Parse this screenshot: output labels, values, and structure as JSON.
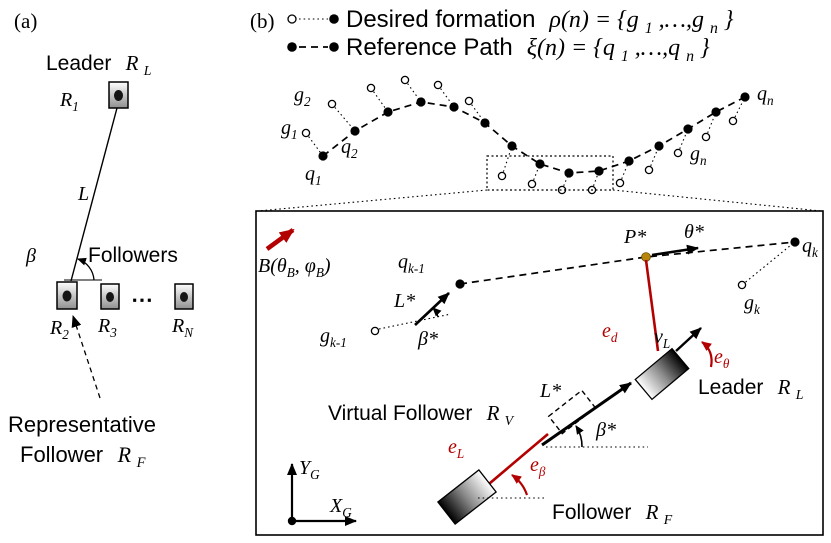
{
  "colors": {
    "accent_red": "#b30000",
    "p_star_dot": "#b8860b"
  },
  "panel_a": {
    "tag": "(a)",
    "leader": {
      "word": "Leader",
      "base": "R",
      "sub": "L"
    },
    "r1": {
      "base": "R",
      "sub": "1"
    },
    "link_length": "L",
    "beta": "β",
    "followers_word": "Followers",
    "r2": {
      "base": "R",
      "sub": "2"
    },
    "r3": {
      "base": "R",
      "sub": "3"
    },
    "ellipsis": "⋯",
    "rn": {
      "base": "R",
      "sub": "N"
    },
    "representative": {
      "line1": "Representative",
      "word": "Follower",
      "base": "R",
      "sub": "F"
    }
  },
  "panel_b": {
    "tag": "(b)",
    "legend": {
      "desired": {
        "word": "Desired formation",
        "m1": "ρ(n) = {g",
        "s1": "1",
        "m2": ",…,g",
        "s2": "n",
        "m3": "}"
      },
      "reference": {
        "word": "Reference Path",
        "m1": "ξ(n) = {q",
        "s1": "1",
        "m2": ",…,q",
        "s2": "n",
        "m3": "}"
      }
    },
    "overview_labels": {
      "g1": {
        "base": "g",
        "sub": "1"
      },
      "g2": {
        "base": "g",
        "sub": "2"
      },
      "q1": {
        "base": "q",
        "sub": "1"
      },
      "q2": {
        "base": "q",
        "sub": "2"
      },
      "qn": {
        "base": "q",
        "sub": "n"
      },
      "gn": {
        "base": "g",
        "sub": "n"
      }
    },
    "reference_path": {
      "points": [
        {
          "q": [
            323,
            156
          ],
          "g": [
            306,
            133
          ]
        },
        {
          "q": [
            355,
            131
          ],
          "g": [
            332,
            104
          ]
        },
        {
          "q": [
            388,
            112
          ],
          "g": [
            371,
            88
          ]
        },
        {
          "q": [
            421,
            102
          ],
          "g": [
            405,
            80
          ]
        },
        {
          "q": [
            454,
            107
          ],
          "g": [
            438,
            85
          ]
        },
        {
          "q": [
            485,
            123
          ],
          "g": [
            469,
            101
          ]
        },
        {
          "q": [
            512,
            146
          ],
          "g": [
            502,
            176
          ]
        },
        {
          "q": [
            540,
            164
          ],
          "g": [
            532,
            184
          ]
        },
        {
          "q": [
            569,
            173
          ],
          "g": [
            562,
            190
          ]
        },
        {
          "q": [
            599,
            171
          ],
          "g": [
            592,
            190
          ]
        },
        {
          "q": [
            629,
            161
          ],
          "g": [
            620,
            183
          ]
        },
        {
          "q": [
            659,
            146
          ],
          "g": [
            649,
            170
          ]
        },
        {
          "q": [
            688,
            129
          ],
          "g": [
            678,
            153
          ]
        },
        {
          "q": [
            716,
            112
          ],
          "g": [
            706,
            137
          ]
        },
        {
          "q": [
            745,
            97
          ],
          "g": [
            733,
            121
          ]
        }
      ]
    },
    "inset": {
      "bearing": {
        "t1": "B(θ",
        "s1": "B",
        "t2": ", φ",
        "s2": "B",
        "t3": ")"
      },
      "q_k_minus_1": {
        "base": "q",
        "sub": "k-1"
      },
      "p_star": "P*",
      "theta_star": "θ*",
      "q_k": {
        "base": "q",
        "sub": "k"
      },
      "g_k": {
        "base": "g",
        "sub": "k"
      },
      "g_k_minus_1": {
        "base": "g",
        "sub": "k-1"
      },
      "l_star_desired": "L*",
      "beta_star_desired": "β*",
      "e_d": {
        "base": "e",
        "sub": "d"
      },
      "v_l": {
        "base": "v",
        "sub": "L"
      },
      "e_theta": {
        "base": "e",
        "sub": "θ"
      },
      "leader": {
        "word": "Leader",
        "base": "R",
        "sub": "L"
      },
      "virtual_follower": {
        "word": "Virtual Follower",
        "base": "R",
        "sub": "V"
      },
      "l_star": "L*",
      "beta_star": "β*",
      "e_l": {
        "base": "e",
        "sub": "L"
      },
      "e_beta": {
        "base": "e",
        "sub": "β"
      },
      "follower": {
        "word": "Follower",
        "base": "R",
        "sub": "F"
      },
      "axis_y": {
        "base": "Y",
        "sub": "G"
      },
      "axis_x": {
        "base": "X",
        "sub": "G"
      }
    }
  }
}
